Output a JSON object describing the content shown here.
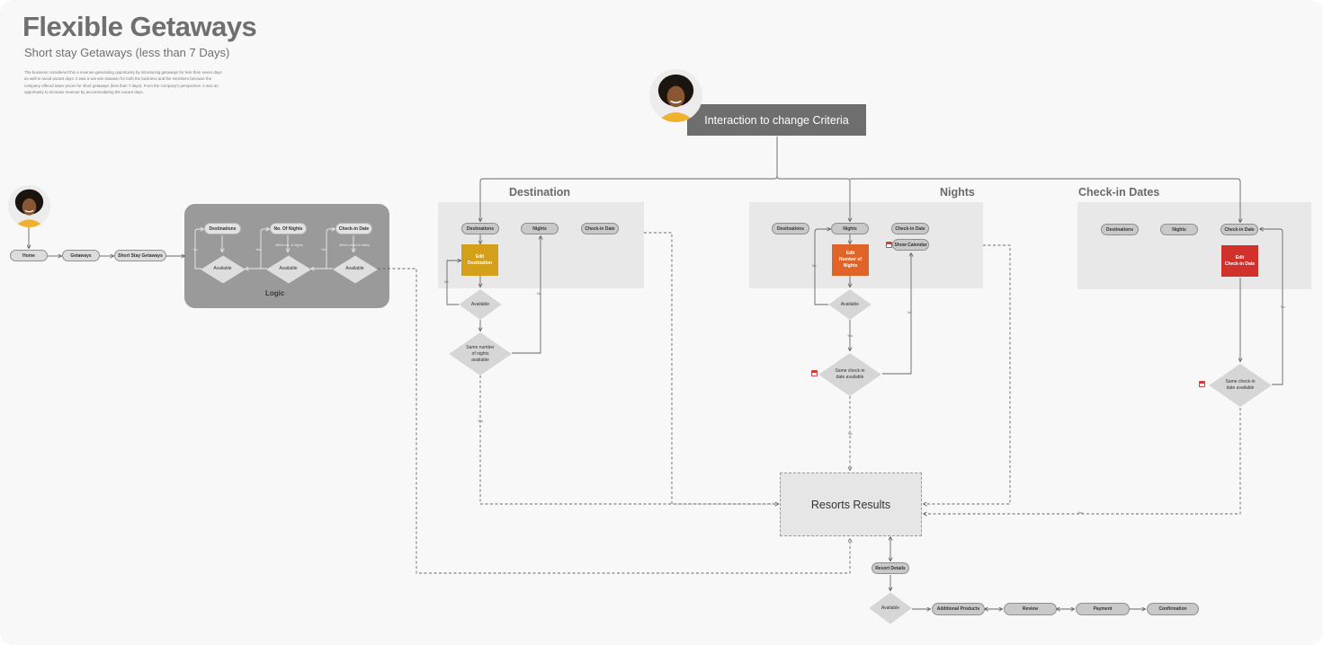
{
  "header": {
    "title": "Flexible Getaways",
    "subtitle": "Short stay Getaways (less than 7 Days)",
    "description": "The business considered this a revenue-generating opportunity by introducing getaways for less than seven days as well to avoid vacant days. It was a win-win situation for both the business and the members because the company offered lower prices for short getaways (less than 7 days). From the company's perspective, it was an opportunity to increase revenue by accommodating the vacant days."
  },
  "entry_flow": {
    "home": "Home",
    "getaways": "Getaways",
    "short_stay": "Short Stay Getaways"
  },
  "logic": {
    "label": "Logic",
    "destinations": "Destinations",
    "nights": "No. Of Nights",
    "checkin": "Check-in Date",
    "available1": "Available",
    "available2": "Available",
    "available3": "Available",
    "note_nights": "Which no. of nights",
    "note_checkin": "Which check-in dates",
    "no": "No",
    "yes": "Yes"
  },
  "criteria": {
    "label": "Interaction to change Criteria"
  },
  "destination_section": {
    "title": "Destination",
    "tab_destinations": "Destinations",
    "tab_nights": "Nights",
    "tab_checkin": "Check-in Date",
    "edit": "Edit\nDestination",
    "available": "Available",
    "same_nights": "Same number\nof nights\navailable",
    "no": "No",
    "yes": "Yes"
  },
  "nights_section": {
    "title": "Nights",
    "tab_destinations": "Destinations",
    "tab_nights": "Nights",
    "tab_checkin": "Check-in Date",
    "show_calendar": "Show Calendar",
    "edit": "Edit\nNumber of\nNights",
    "available": "Available",
    "same_checkin": "Same check-in\ndate available",
    "no": "No",
    "yes": "Yes"
  },
  "checkin_section": {
    "title": "Check-in Dates",
    "tab_destinations": "Destinations",
    "tab_nights": "Nights",
    "tab_checkin": "Check-in Date",
    "edit": "Edit\nCheck-in Date",
    "same_checkin": "Same check-in\ndate available",
    "no": "No",
    "yes": "Yes"
  },
  "results": {
    "label": "Resorts Results",
    "resort_details": "Resort Details",
    "available": "Available",
    "additional_products": "Additional Products",
    "review": "Review",
    "payment": "Payment",
    "confirmation": "Confirmation"
  },
  "colors": {
    "edit_destination": "#d4a01a",
    "edit_nights": "#e06428",
    "edit_checkin": "#d2302a",
    "criteria_bar": "#6e6e6e",
    "logic_panel": "#9a9a9a"
  }
}
